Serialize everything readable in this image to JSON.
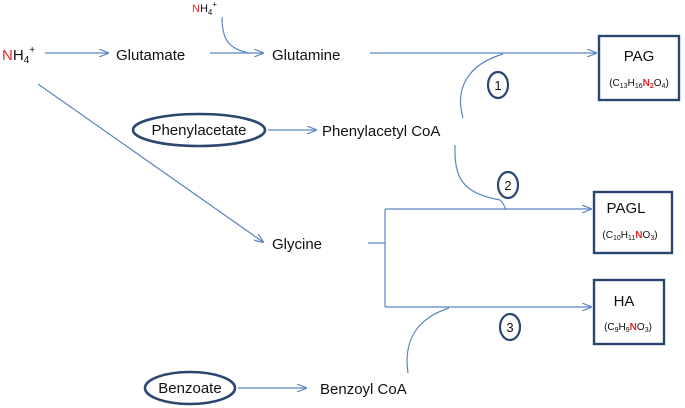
{
  "diagram": {
    "nodes": {
      "nh4_left": {
        "main": "N",
        "rest": "H",
        "sub": "4",
        "sup": "+"
      },
      "nh4_top": {
        "main": "N",
        "rest": "H",
        "sub": "4",
        "sup": "+"
      },
      "glutamate": "Glutamate",
      "glutamine": "Glutamine",
      "phenylacetate": "Phenylacetate",
      "phenylacetyl_coa": "Phenylacetyl CoA",
      "glycine": "Glycine",
      "benzoate": "Benzoate",
      "benzoyl_coa": "Benzoyl CoA"
    },
    "products": {
      "pag": {
        "name": "PAG",
        "formula": [
          "(C",
          "13",
          "H",
          "16",
          "N",
          "2",
          "O",
          "4",
          ")"
        ]
      },
      "pagl": {
        "name": "PAGL",
        "formula": [
          "(C",
          "10",
          "H",
          "11",
          "N",
          "O",
          "3",
          ")"
        ]
      },
      "ha": {
        "name": "HA",
        "formula": [
          "(C",
          "9",
          "H",
          "9",
          "N",
          "O",
          "3",
          ")"
        ]
      }
    },
    "steps": [
      "1",
      "2",
      "3"
    ]
  },
  "colors": {
    "arrow": "#5a84c4",
    "box_border": "#2b4770",
    "nitrogen_highlight": "#e8262b"
  }
}
